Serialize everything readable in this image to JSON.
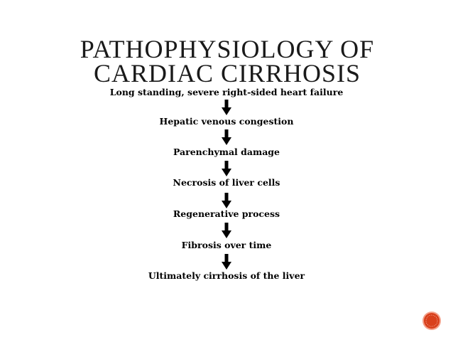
{
  "title": {
    "line1": "PATHOPHYSIOLOGY OF",
    "line2": "CARDIAC CIRRHOSIS"
  },
  "flow": {
    "steps": [
      "Long standing, severe right-sided heart failure",
      "Hepatic venous congestion",
      "Parenchymal damage",
      "Necrosis of liver cells",
      "Regenerative process",
      "Fibrosis over time",
      "Ultimately cirrhosis of the liver"
    ]
  },
  "colors": {
    "badge_fill": "#d9401c",
    "badge_ring": "#f4a08a",
    "arrow": "#000000"
  }
}
